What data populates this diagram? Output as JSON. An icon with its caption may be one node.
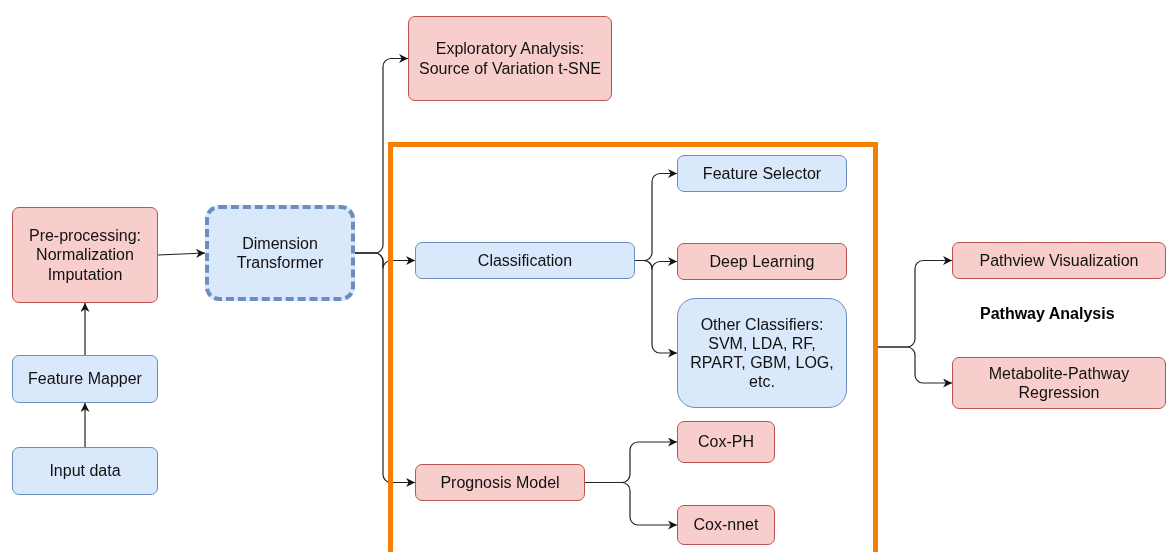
{
  "diagram": {
    "nodes": [
      {
        "text": [
          "Input data"
        ]
      },
      {
        "text": [
          "Feature Mapper"
        ]
      },
      {
        "text": [
          "Pre-processing: Normalization Imputation"
        ]
      },
      {
        "text": [
          "Dimension Transformer"
        ]
      },
      {
        "text": [
          "Exploratory Analysis: Source of Variation t-SNE"
        ]
      },
      {
        "text": [],
        "shape": "box"
      },
      {
        "text": [
          "Classification"
        ],
        "in": 5
      },
      {
        "text": [
          "Feature Selector"
        ],
        "in": 5
      },
      {
        "text": [
          "Deep Learning"
        ],
        "in": 5
      },
      {
        "text": [
          "Other Classifiers: SVM, LDA, RF, RPART, GBM, LOG, etc."
        ],
        "in": 5
      },
      {
        "text": [
          "Prognosis Model"
        ],
        "in": 5
      },
      {
        "text": [
          "Cox-PH"
        ],
        "in": 5
      },
      {
        "text": [
          "Cox-nnet"
        ],
        "in": 5
      },
      {
        "text": [
          "Pathview Visualization"
        ]
      },
      {
        "text": [
          "Metabolite-Pathway Regression"
        ]
      }
    ],
    "edges": [
      {
        "from": 0,
        "to": 1,
        "arrow": "to"
      },
      {
        "from": 1,
        "to": 2,
        "arrow": "to"
      },
      {
        "from": 2,
        "to": 3,
        "arrow": "to"
      },
      {
        "from": 3,
        "to": 4,
        "arrow": "to"
      },
      {
        "from": 3,
        "to": 6,
        "arrow": "to"
      },
      {
        "from": 3,
        "to": 10,
        "arrow": "to"
      },
      {
        "from": 6,
        "to": 7,
        "arrow": "to"
      },
      {
        "from": 6,
        "to": 8,
        "arrow": "to"
      },
      {
        "from": 6,
        "to": 9,
        "arrow": "to"
      },
      {
        "from": 10,
        "to": 11,
        "arrow": "to"
      },
      {
        "from": 10,
        "to": 12,
        "arrow": "to"
      },
      {
        "from": 5,
        "to": 13,
        "arrow": "to"
      },
      {
        "from": 5,
        "to": 14,
        "arrow": "to"
      }
    ],
    "labels": [
      "Pathway Analysis"
    ]
  }
}
